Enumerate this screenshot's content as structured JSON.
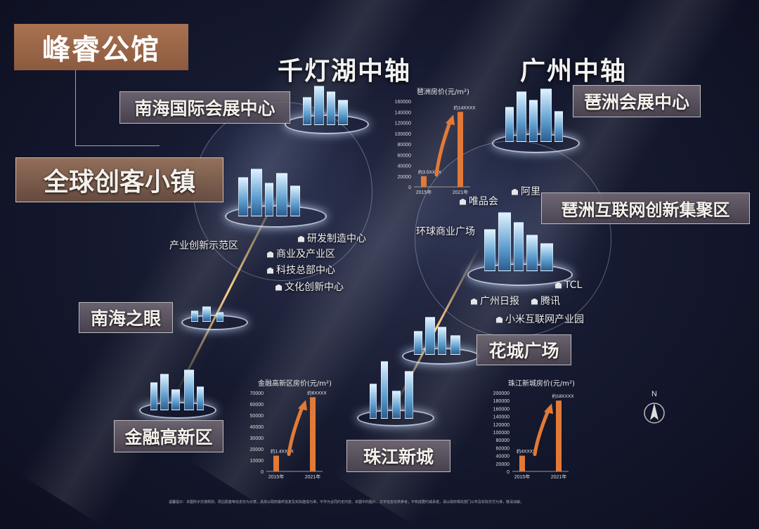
{
  "project_title": "峰睿公馆",
  "axis_titles": {
    "left": "千灯湖中轴",
    "right": "广州中轴"
  },
  "main_labels": {
    "expo_nanhai": "南海国际会展中心",
    "global_maker": "全球创客小镇",
    "nanhai_eye": "南海之眼",
    "finance_hitech": "金融高新区",
    "pazhou_expo": "琶洲会展中心",
    "pazhou_internet": "琶洲互联网创新集聚区",
    "huacheng_square": "花城广场",
    "zhujiang_newtown": "珠江新城"
  },
  "maker_subs": [
    "产业创新示范区",
    "研发制造中心",
    "商业及产业区",
    "科技总部中心",
    "文化创新中心"
  ],
  "pazhou_subs": [
    "阿里",
    "唯品会",
    "环球商业广场",
    "TCL",
    "广州日报",
    "腾讯",
    "小米互联网产业园"
  ],
  "charts": [
    {
      "id": "pazhou",
      "title": "琶洲房价",
      "unit": "(元/m²)",
      "type": "bar",
      "categories": [
        "2015年",
        "2021年"
      ],
      "yticks": [
        0,
        20000,
        40000,
        60000,
        80000,
        100000,
        120000,
        140000,
        160000
      ],
      "ylim": [
        0,
        160000
      ],
      "values": [
        20000,
        140000
      ],
      "data_labels": [
        "约3.5XXXX",
        "约14XXXX"
      ],
      "bar_color": "#e27a37"
    },
    {
      "id": "finance",
      "title": "金融高新区房价",
      "unit": "(元/m²)",
      "type": "bar",
      "categories": [
        "2015年",
        "2021年"
      ],
      "yticks": [
        0,
        10000,
        20000,
        30000,
        40000,
        50000,
        60000,
        70000
      ],
      "ylim": [
        0,
        70000
      ],
      "values": [
        14000,
        66000
      ],
      "data_labels": [
        "约1.4XXXX",
        "约6XXXX"
      ],
      "bar_color": "#e27a37"
    },
    {
      "id": "zhujiang",
      "title": "珠江新城房价",
      "unit": "(元/m²)",
      "type": "bar",
      "categories": [
        "2015年",
        "2021年"
      ],
      "yticks": [
        0,
        20000,
        40000,
        60000,
        80000,
        100000,
        120000,
        140000,
        160000,
        180000,
        200000
      ],
      "ylim": [
        0,
        200000
      ],
      "values": [
        40000,
        180000
      ],
      "data_labels": [
        "约4XXXX",
        "约18XXXX"
      ],
      "bar_color": "#e27a37"
    }
  ],
  "compass_label": "N",
  "footnote": "温馨提示：本图所示交通规划、周边配套等信息仅为示意，具体以政府最终批复及实际建成为准，不作为合同约定内容。本图中的图片、文字信息仅供参考，不构成要约或承诺，请以政府相关部门公布及实际交付为准，敬请谅解。"
}
